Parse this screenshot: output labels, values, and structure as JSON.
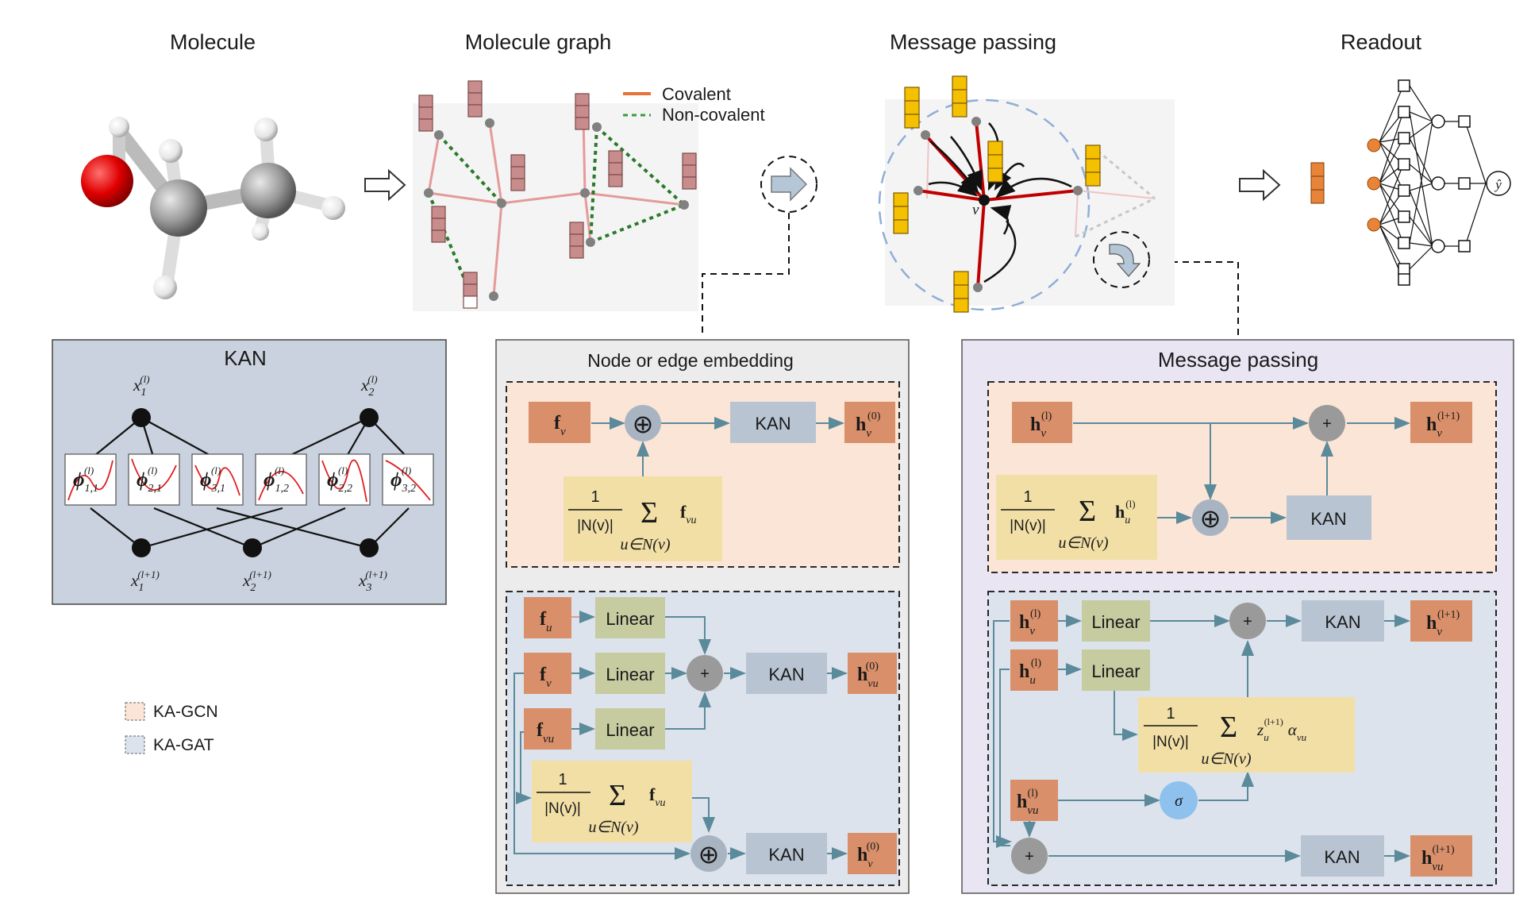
{
  "top_titles": {
    "molecule": "Molecule",
    "molecule_graph": "Molecule graph",
    "message_passing": "Message passing",
    "readout": "Readout"
  },
  "graph_legend": {
    "covalent": "Covalent",
    "non_covalent": "Non-covalent",
    "covalent_color": "#e8733a",
    "non_covalent_color": "#3a9a3a"
  },
  "message_passing_node_label": "v",
  "readout_output": "ŷ",
  "kan_panel": {
    "title": "KAN",
    "top_nodes": [
      "x",
      "x"
    ],
    "top_subs": [
      "1",
      "2"
    ],
    "bottom_subs": [
      "1",
      "2",
      "3"
    ],
    "layer_sup": "(l)",
    "next_layer_sup": "(l+1)",
    "phi_symbol": "ϕ",
    "phi_subs": [
      "1,1",
      "2,1",
      "3,1",
      "1,2",
      "2,2",
      "3,2"
    ]
  },
  "embedding_panel": {
    "title": "Node or edge embedding",
    "gcn": {
      "input": "f",
      "input_sub": "v",
      "kan": "KAN",
      "output": "h",
      "output_sub": "v",
      "output_sup": "(0)",
      "agg_num": "1",
      "agg_den": "|N(v)|",
      "agg_sum": "Σ",
      "agg_range": "u∈N(v)",
      "agg_term": "f",
      "agg_term_sub": "vu"
    },
    "gat": {
      "inputs": [
        {
          "label": "f",
          "sub": "u"
        },
        {
          "label": "f",
          "sub": "v"
        },
        {
          "label": "f",
          "sub": "vu"
        }
      ],
      "linear": "Linear",
      "kan": "KAN",
      "out1": "h",
      "out1_sub": "vu",
      "out1_sup": "(0)",
      "out2": "h",
      "out2_sub": "v",
      "out2_sup": "(0)",
      "agg_num": "1",
      "agg_den": "|N(v)|",
      "agg_sum": "Σ",
      "agg_range": "u∈N(v)",
      "agg_term": "f",
      "agg_term_sub": "vu"
    }
  },
  "message_panel": {
    "title": "Message passing",
    "gcn": {
      "input": "h",
      "input_sub": "v",
      "input_sup": "(l)",
      "kan": "KAN",
      "output": "h",
      "output_sub": "v",
      "output_sup": "(l+1)",
      "agg_num": "1",
      "agg_den": "|N(v)|",
      "agg_sum": "Σ",
      "agg_range": "u∈N(v)",
      "agg_term": "h",
      "agg_term_sub": "u",
      "agg_term_sup": "(l)"
    },
    "gat": {
      "in_v": "h",
      "in_v_sub": "v",
      "in_v_sup": "(l)",
      "in_u": "h",
      "in_u_sub": "u",
      "in_u_sup": "(l)",
      "in_vu": "h",
      "in_vu_sub": "vu",
      "in_vu_sup": "(l)",
      "linear": "Linear",
      "kan": "KAN",
      "sigma": "σ",
      "out_v": "h",
      "out_v_sub": "v",
      "out_v_sup": "(l+1)",
      "out_vu": "h",
      "out_vu_sub": "vu",
      "out_vu_sup": "(l+1)",
      "agg_num": "1",
      "agg_den": "|N(v)|",
      "agg_sum": "Σ",
      "agg_range": "u∈N(v)",
      "agg_z": "z",
      "agg_z_sub": "u",
      "agg_z_sup": "(l+1)",
      "agg_alpha": "α",
      "agg_alpha_sub": "vu"
    }
  },
  "legend": {
    "gcn": "KA-GCN",
    "gat": "KA-GAT",
    "gcn_color": "#fbe5d6",
    "gat_color": "#dce3ec"
  },
  "colors": {
    "feature_box": "#d98f6a",
    "kan_box": "#b8c4d2",
    "linear_box": "#c6cba0",
    "agg_box": "#f2dfa6",
    "op_circle": "#a9b4c2",
    "plus_circle": "#9a9a9a",
    "sigma_circle": "#8ec1ee",
    "arrow": "#5b8a9a",
    "kan_panel_bg": "#c9d2de",
    "embed_panel_bg": "#ececec",
    "message_panel_bg": "#e9e5f3",
    "gcn_bg": "#fbe5d6",
    "gat_bg": "#dce3ec",
    "node_orange": "#e8843a",
    "feature_yellow": "#f5c000",
    "feature_pink": "#c98c8c"
  }
}
